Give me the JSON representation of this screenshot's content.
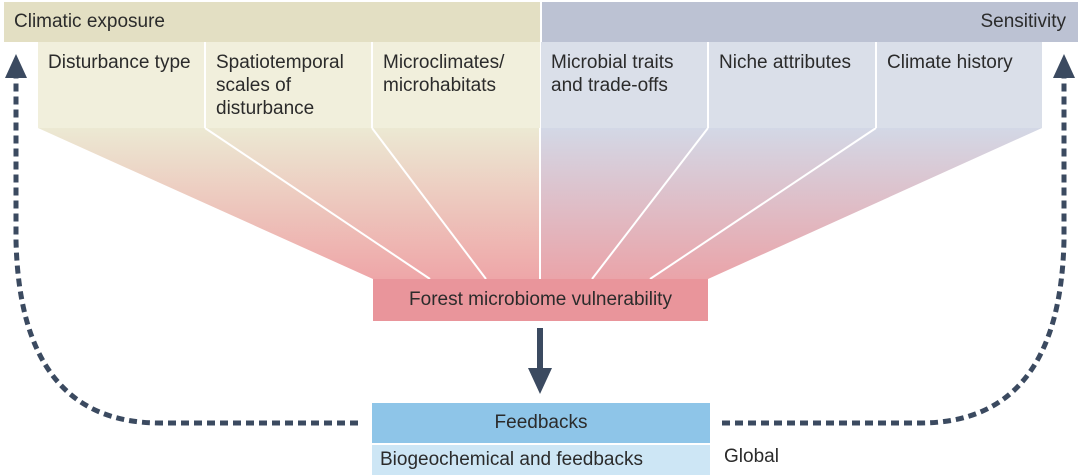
{
  "header": {
    "left_label": "Climatic exposure",
    "right_label": "Sensitivity"
  },
  "exposure_factors": [
    {
      "label": "Disturbance type"
    },
    {
      "label": "Spatiotemporal scales of disturbance"
    },
    {
      "label": "Microclimates/ microhabitats"
    }
  ],
  "sensitivity_factors": [
    {
      "label": "Microbial traits and trade-offs"
    },
    {
      "label": "Niche attributes"
    },
    {
      "label": "Climate history"
    }
  ],
  "center": {
    "vulnerability_label": "Forest microbiome vulnerability",
    "feedbacks_label": "Feedbacks",
    "bottom_left_partial": "Biogeochemical and feedbacks",
    "bottom_right_partial": "Global"
  },
  "colors": {
    "exposure_header": "#e3dfc3",
    "sensitivity_header": "#bcc2d3",
    "vulnerability_box": "#e9959b",
    "feedbacks_box": "#8ec5e8",
    "arrow": "#3b4a60"
  },
  "icons": {
    "down_arrow": "arrow-down-icon",
    "left_loop": "dashed-arrow-up-left-icon",
    "right_loop": "dashed-arrow-up-right-icon"
  }
}
